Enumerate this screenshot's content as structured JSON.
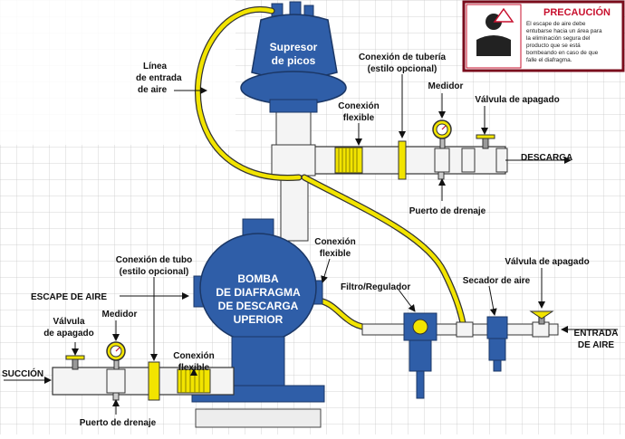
{
  "warning": {
    "title": "PRECAUCIÓN",
    "lines": [
      "El escape de aire debe",
      "entubarse hacia un área para",
      "la eliminación segura del",
      "producto que se está",
      "bombeando en caso de que",
      "falle el diafragma."
    ]
  },
  "labels": {
    "pulse_dampener": [
      "Supresor",
      "de picos"
    ],
    "air_inlet_line": [
      "Línea",
      "de entrada",
      "de aire"
    ],
    "pipe_connection_top": [
      "Conexión de tubería",
      "(estilo opcional)"
    ],
    "flex_connection_top": [
      "Conexión",
      "flexible"
    ],
    "gauge_top": "Medidor",
    "shutoff_valve_top": "Válvula de apagado",
    "discharge": "DESCARGA",
    "drain_port_top": "Puerto de drenaje",
    "flex_connection_mid": [
      "Conexión",
      "flexible"
    ],
    "tube_connection": [
      "Conexión de tubo",
      "(estilo opcional)"
    ],
    "air_exhaust": "ESCAPE DE AIRE",
    "pump": [
      "BOMBA",
      "DE DIAFRAGMA",
      "DE DESCARGA",
      "UPERIOR"
    ],
    "filter_regulator": "Filtro/Regulador",
    "air_dryer": "Secador de aire",
    "shutoff_valve_right": "Válvula de apagado",
    "air_inlet": [
      "ENTRADA",
      "DE AIRE"
    ],
    "shutoff_valve_left": [
      "Válvula",
      "de apagado"
    ],
    "gauge_left": "Medidor",
    "suction": "SUCCIÓN",
    "flex_connection_low": [
      "Conexión",
      "flexible"
    ],
    "drain_port_low": "Puerto de drenaje"
  },
  "colors": {
    "pump_blue": "#2f5ea8",
    "hose_yellow": "#f2e400",
    "pipe_white": "#f4f4f4",
    "grid": "#c9c9c9",
    "caution_red": "#c8102e"
  }
}
